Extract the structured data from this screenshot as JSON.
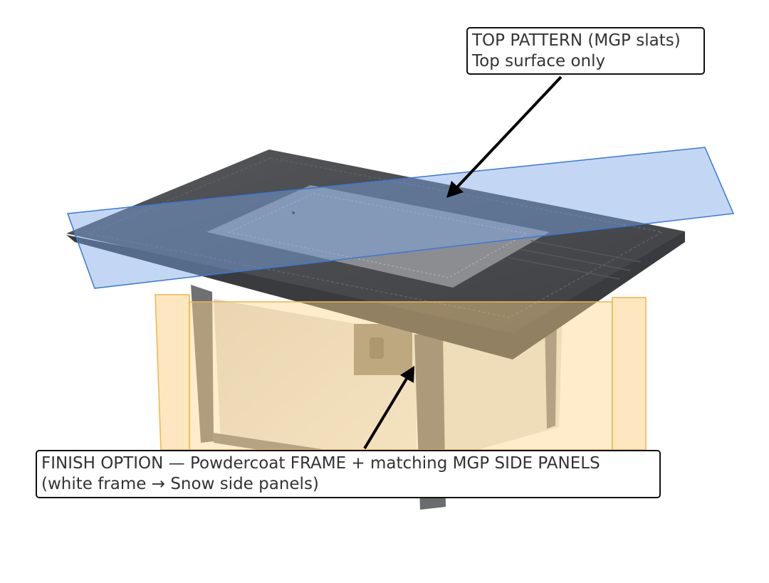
{
  "callouts": {
    "top": {
      "line1": "TOP PATTERN (MGP slats)",
      "line2": "Top surface only"
    },
    "finish": {
      "line1": "FINISH OPTION — Powdercoat FRAME + matching MGP SIDE PANELS",
      "line2": "(white frame → Snow side panels)"
    }
  },
  "colors": {
    "top_highlight": "#7aa7e6",
    "top_highlight_stroke": "#3a78d8",
    "finish_highlight": "#fcd48c",
    "finish_highlight_stroke": "#f0b44a",
    "table_top": "#4b4c4f",
    "frame": "#6b6b6b",
    "arrow": "#000000"
  }
}
